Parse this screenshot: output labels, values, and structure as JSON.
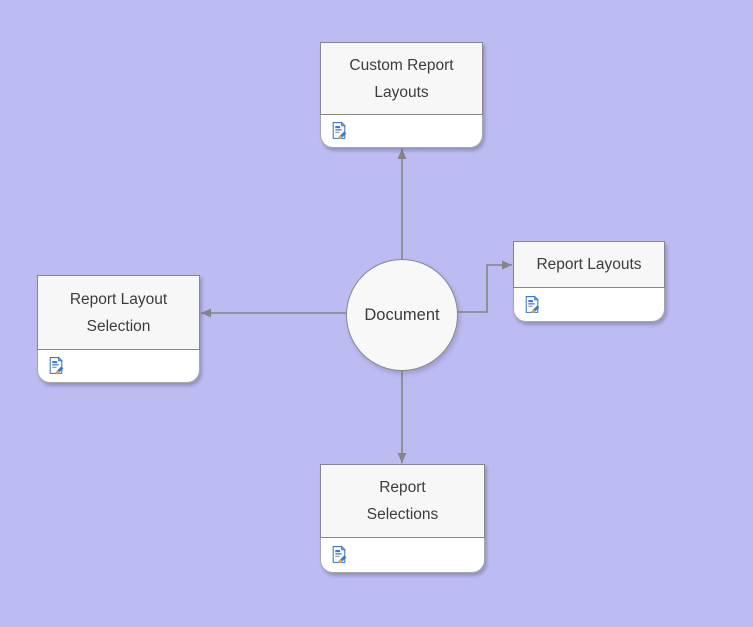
{
  "diagram": {
    "center": {
      "label": "Document"
    },
    "nodes": [
      {
        "id": "custom-report-layouts",
        "label": "Custom Report\nLayouts",
        "icon": "document-edit-icon"
      },
      {
        "id": "report-layouts",
        "label": "Report Layouts",
        "icon": "document-edit-icon"
      },
      {
        "id": "report-layout-selection",
        "label": "Report Layout\nSelection",
        "icon": "document-edit-icon"
      },
      {
        "id": "report-selections",
        "label": "Report\nSelections",
        "icon": "document-edit-icon"
      }
    ],
    "colors": {
      "background": "#bcbcf2",
      "node_fill": "#f7f7f7",
      "node_footer_fill": "#ffffff",
      "node_border": "#868686",
      "connector": "#858585",
      "text": "#3c3c3c",
      "icon_blue": "#3c78c8",
      "icon_orange": "#e8a33d"
    }
  }
}
